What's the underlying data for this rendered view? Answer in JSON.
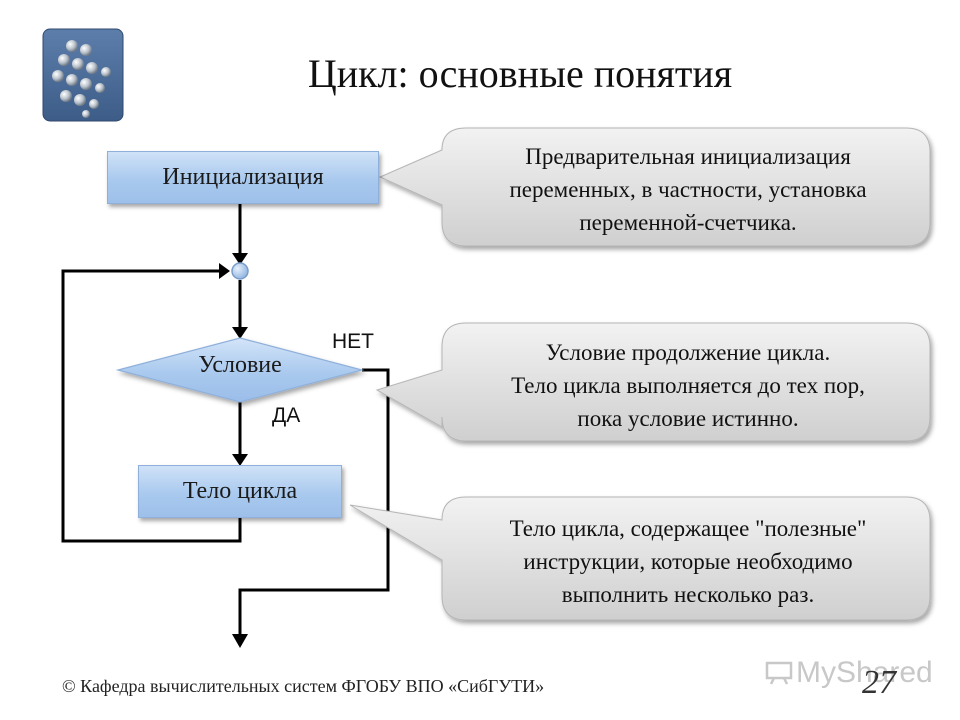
{
  "title": "Цикл: основные понятия",
  "flowchart": {
    "init_box": "Инициализация",
    "condition": "Условие",
    "body_box": "Тело цикла",
    "no_label": "НЕТ",
    "yes_label": "ДА"
  },
  "callouts": [
    {
      "lines": [
        "Предварительная инициализация",
        "переменных, в частности, установка",
        "переменной-счетчика."
      ]
    },
    {
      "lines": [
        "Условие продолжение цикла.",
        "Тело цикла выполняется до тех пор,",
        "пока условие истинно."
      ]
    },
    {
      "lines": [
        "Тело цикла, содержащее \"полезные\"",
        "инструкции, которые необходимо",
        "выполнить несколько раз."
      ]
    }
  ],
  "footer": "© Кафедра вычислительных систем ФГОБУ ВПО «СибГУТИ»",
  "page_number": "27",
  "watermark": "MyShared",
  "colors": {
    "shape_fill": "#a9c9ee",
    "callout_fill": "#d9d9d9",
    "logo_bg": "#4a6c9b"
  }
}
